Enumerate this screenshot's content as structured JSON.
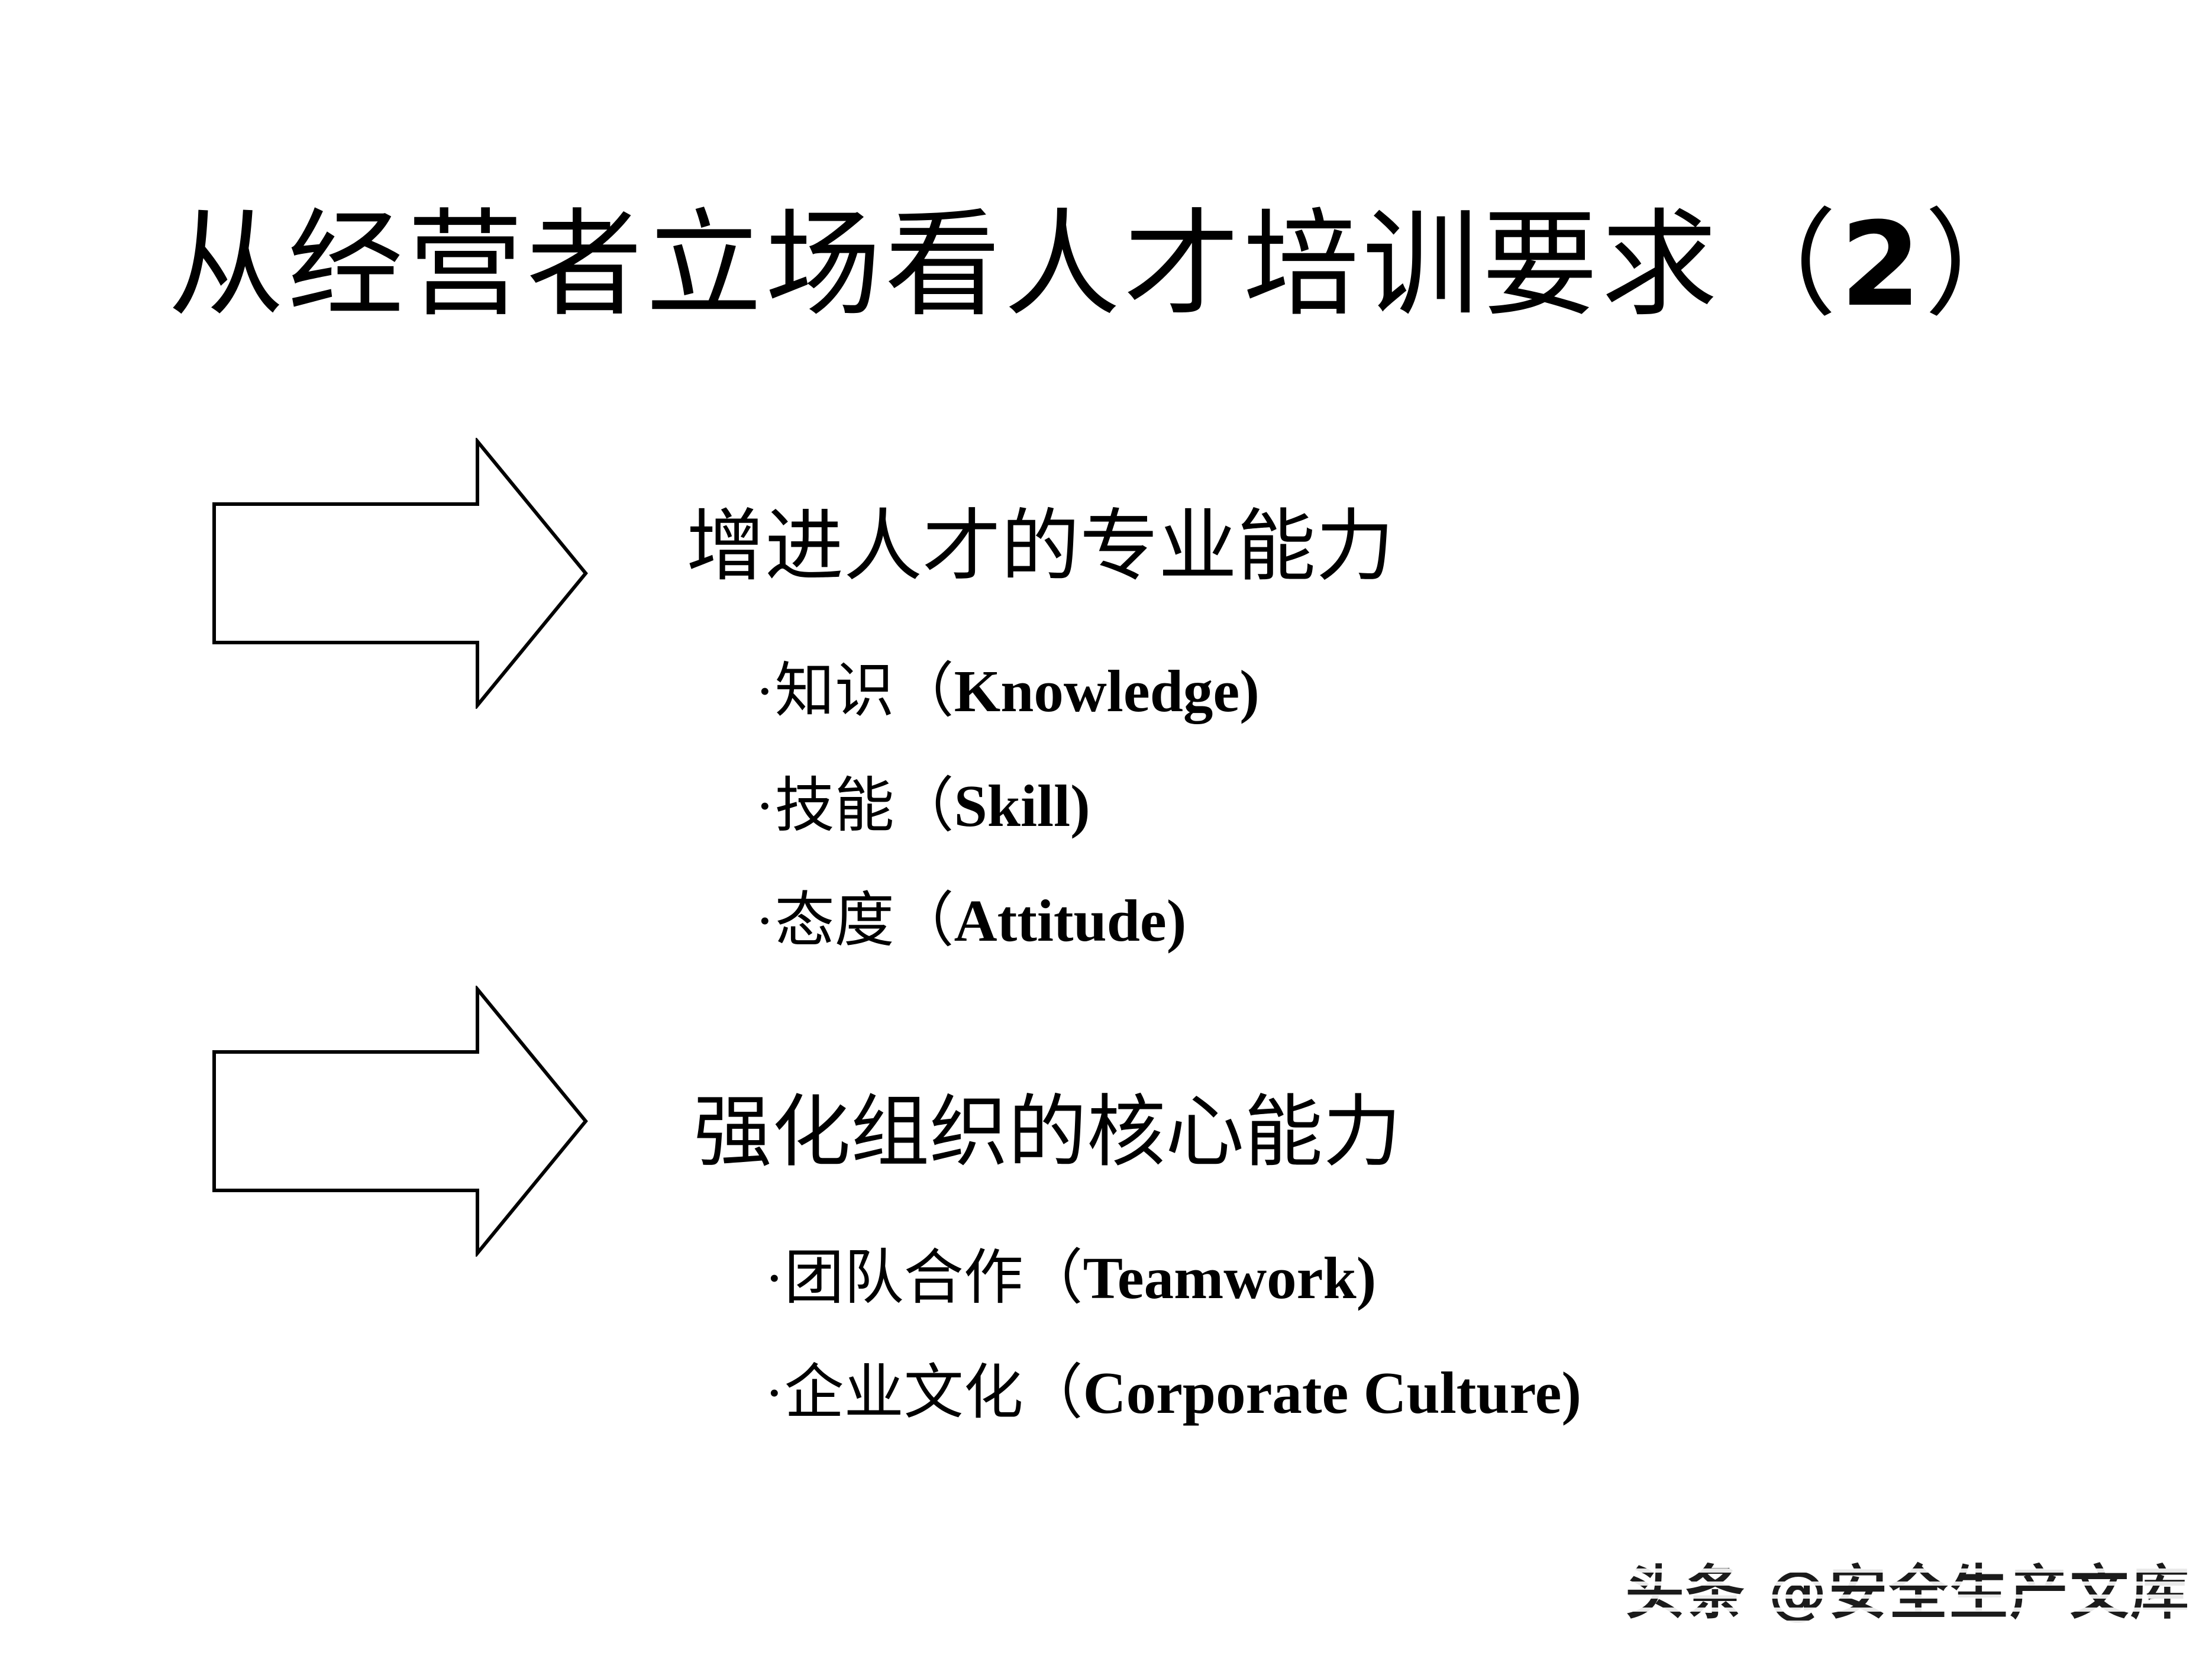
{
  "page": {
    "background": "#ffffff",
    "text_color": "#000000"
  },
  "title": {
    "main": "从经营者立场看人才培训要求",
    "paren_open": "（",
    "number": "2",
    "paren_close": "）"
  },
  "icons": {
    "right_arrow": {
      "name": "right-arrow",
      "fill": "#ffffff",
      "stroke": "#000000"
    }
  },
  "sections": [
    {
      "heading": "增进人才的专业能力",
      "bullets": [
        {
          "cn": "·知识（",
          "en": "Knowledge)"
        },
        {
          "cn": "·技能（",
          "en": "Skill)"
        },
        {
          "cn": "·态度（",
          "en": "Attitude)"
        }
      ]
    },
    {
      "heading": "强化组织的核心能力",
      "bullets": [
        {
          "cn": "·团队合作（",
          "en": "Teamwork)"
        },
        {
          "cn": "·企业文化（",
          "en": "Corporate Culture)"
        }
      ]
    }
  ],
  "watermark": {
    "text": "头条 @安全生产文库"
  }
}
